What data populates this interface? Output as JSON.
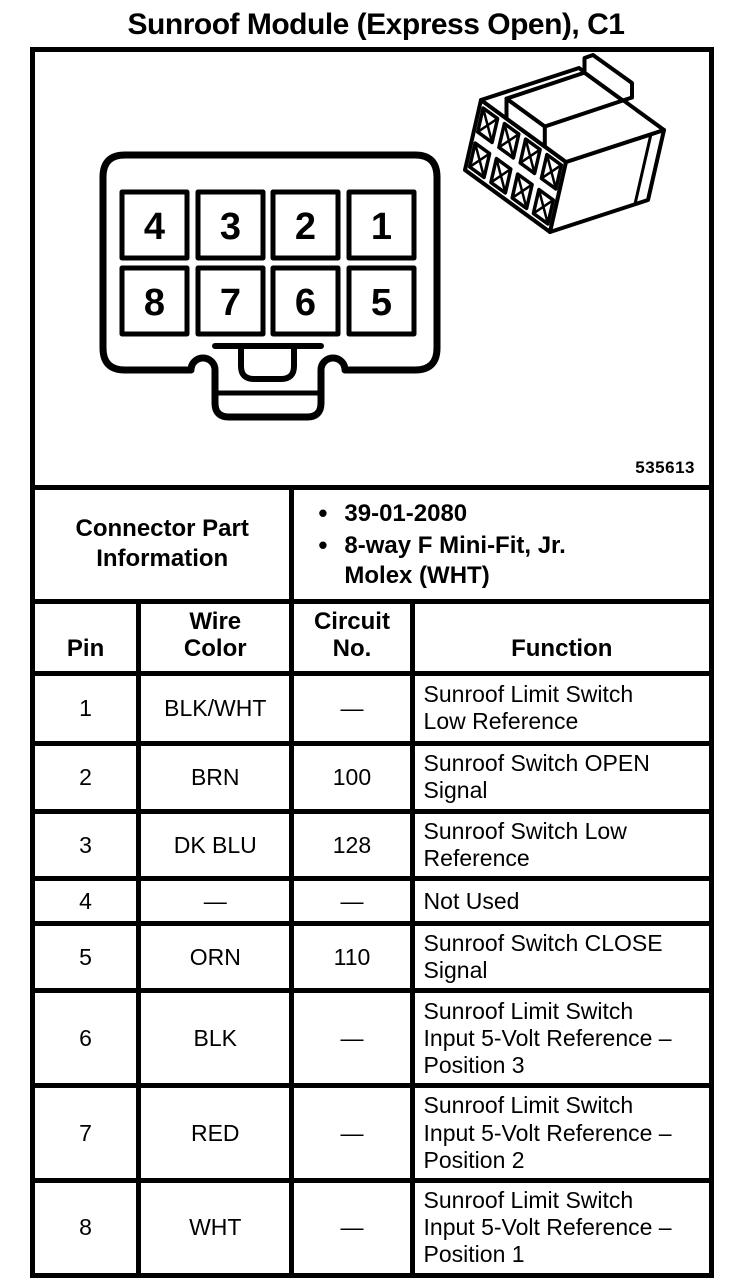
{
  "title": "Sunroof Module (Express Open), C1",
  "figure": {
    "number": "535613",
    "face_view": {
      "top_row_pins": [
        "4",
        "3",
        "2",
        "1"
      ],
      "bottom_row_pins": [
        "8",
        "7",
        "6",
        "5"
      ]
    }
  },
  "part_info": {
    "label": "Connector Part Information",
    "label_lines": [
      "Connector Part",
      "Information"
    ],
    "items": [
      {
        "text": "39-01-2080",
        "lines": [
          "39-01-2080"
        ]
      },
      {
        "text": "8-way F Mini-Fit, Jr. Molex (WHT)",
        "lines": [
          "8-way F Mini-Fit, Jr.",
          "Molex (WHT)"
        ]
      }
    ]
  },
  "table": {
    "headers": {
      "pin": "Pin",
      "wire_color": "Wire Color",
      "wire_color_lines": [
        "Wire",
        "Color"
      ],
      "circuit_no": "Circuit No.",
      "circuit_no_lines": [
        "Circuit",
        "No."
      ],
      "function": "Function"
    },
    "rows": [
      {
        "pin": "1",
        "wire_color": "BLK/WHT",
        "circuit_no": "—",
        "function": "Sunroof Limit Switch Low Reference",
        "function_lines": [
          "Sunroof Limit Switch",
          "Low Reference"
        ]
      },
      {
        "pin": "2",
        "wire_color": "BRN",
        "circuit_no": "100",
        "function": "Sunroof Switch OPEN Signal",
        "function_lines": [
          "Sunroof Switch OPEN",
          "Signal"
        ]
      },
      {
        "pin": "3",
        "wire_color": "DK BLU",
        "circuit_no": "128",
        "function": "Sunroof Switch Low Reference",
        "function_lines": [
          "Sunroof Switch Low",
          "Reference"
        ]
      },
      {
        "pin": "4",
        "wire_color": "—",
        "circuit_no": "—",
        "function": "Not Used",
        "function_lines": [
          "Not Used"
        ]
      },
      {
        "pin": "5",
        "wire_color": "ORN",
        "circuit_no": "110",
        "function": "Sunroof Switch CLOSE Signal",
        "function_lines": [
          "Sunroof Switch CLOSE",
          "Signal"
        ]
      },
      {
        "pin": "6",
        "wire_color": "BLK",
        "circuit_no": "—",
        "function": "Sunroof Limit Switch Input 5-Volt Reference – Position 3",
        "function_lines": [
          "Sunroof Limit Switch",
          "Input 5-Volt Reference –",
          "Position 3"
        ]
      },
      {
        "pin": "7",
        "wire_color": "RED",
        "circuit_no": "—",
        "function": "Sunroof Limit Switch Input 5-Volt Reference – Position 2",
        "function_lines": [
          "Sunroof Limit Switch",
          "Input 5-Volt Reference –",
          "Position 2"
        ]
      },
      {
        "pin": "8",
        "wire_color": "WHT",
        "circuit_no": "—",
        "function": "Sunroof Limit Switch Input 5-Volt Reference – Position 1",
        "function_lines": [
          "Sunroof Limit Switch",
          "Input 5-Volt Reference –",
          "Position 1"
        ]
      }
    ]
  }
}
